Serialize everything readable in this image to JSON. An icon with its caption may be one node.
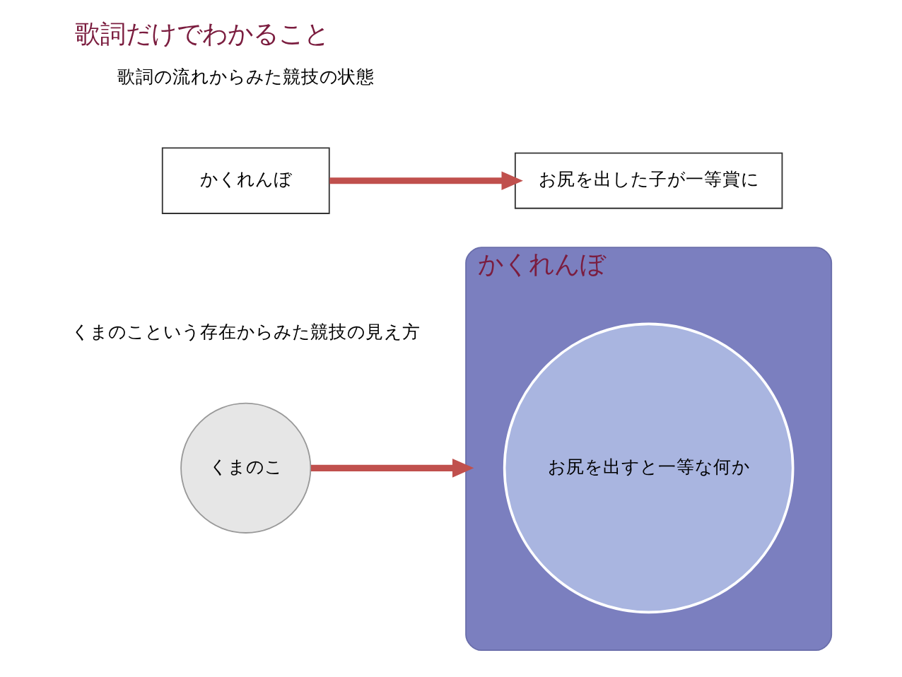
{
  "diagram": {
    "title": "歌詞だけでわかること",
    "nodes": [
      {
        "text": [
          "くまのこ"
        ]
      },
      {
        "text": [
          "かくれんぼ"
        ]
      },
      {
        "text": [
          "お尻を出すと一等な何か"
        ],
        "in": 1
      },
      {
        "text": [
          "かくれんぼ"
        ]
      },
      {
        "text": [
          "お尻を出した子が一等賞に"
        ]
      }
    ],
    "edges": [
      {
        "from": 0,
        "to": 1,
        "arrow": "to"
      },
      {
        "from": 3,
        "to": 4,
        "arrow": "to"
      }
    ],
    "labels": [
      "くまのこという存在からみた競技の見え方",
      "歌詞の流れからみた競技の状態"
    ]
  }
}
